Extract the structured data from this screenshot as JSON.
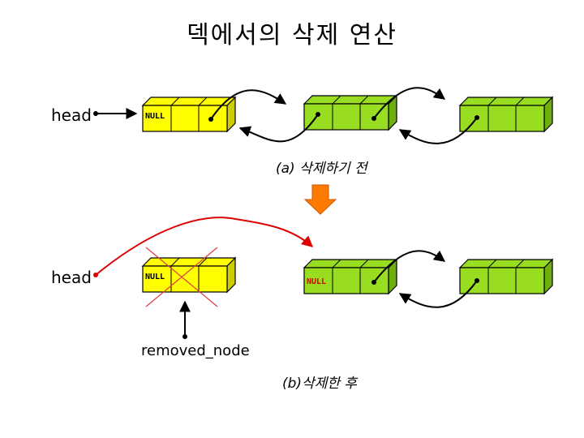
{
  "title": "덱에서의 삭제 연산",
  "labels": {
    "head_top": "head",
    "head_bottom": "head",
    "removed_node": "removed_node",
    "null_top": "NULL",
    "null_bottom_removed": "NULL",
    "null_bottom_new": "NULL"
  },
  "captions": {
    "a": "(a) 삭제하기 전",
    "b": "(b)삭제한 후"
  },
  "colors": {
    "yellow_node": "#ffff00",
    "green_node": "#99dd22",
    "red_pointer": "#dd0000",
    "orange_arrow": "#ff7a00",
    "black": "#000000"
  }
}
